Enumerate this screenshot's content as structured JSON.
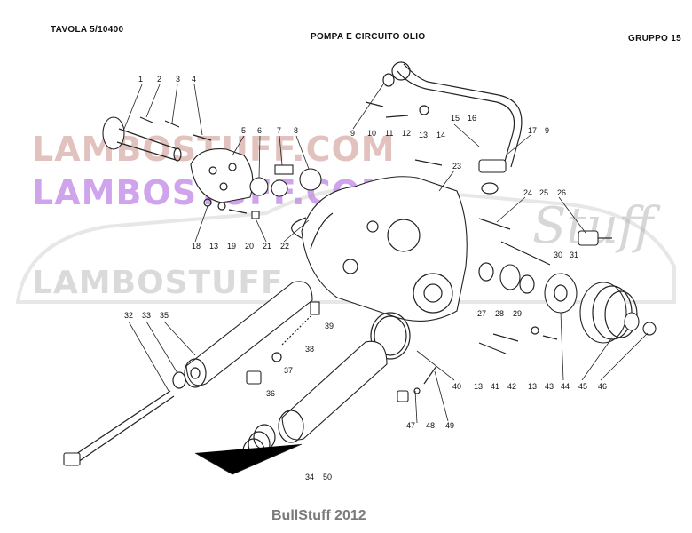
{
  "header": {
    "left": "TAVOLA 5/10400",
    "center": "POMPA E CIRCUITO OLIO",
    "right": "GRUPPO 15"
  },
  "watermarks": {
    "line1": "LAMBOSTUFF.COM",
    "line2": "LAMBOSTUFF.COM",
    "line3": "LAMBOSTUFF",
    "script": "Stuff"
  },
  "footer": "BullStuff 2012",
  "part_labels": [
    "1",
    "2",
    "3",
    "4",
    "5",
    "6",
    "7",
    "8",
    "9",
    "10",
    "11",
    "12",
    "13",
    "14",
    "15",
    "16",
    "17",
    "9",
    "23",
    "24",
    "25",
    "26",
    "18",
    "13",
    "19",
    "20",
    "21",
    "22",
    "30",
    "31",
    "27",
    "28",
    "29",
    "32",
    "33",
    "35",
    "39",
    "38",
    "37",
    "36",
    "40",
    "13",
    "41",
    "42",
    "13",
    "43",
    "44",
    "45",
    "46",
    "47",
    "48",
    "49",
    "34",
    "50"
  ]
}
